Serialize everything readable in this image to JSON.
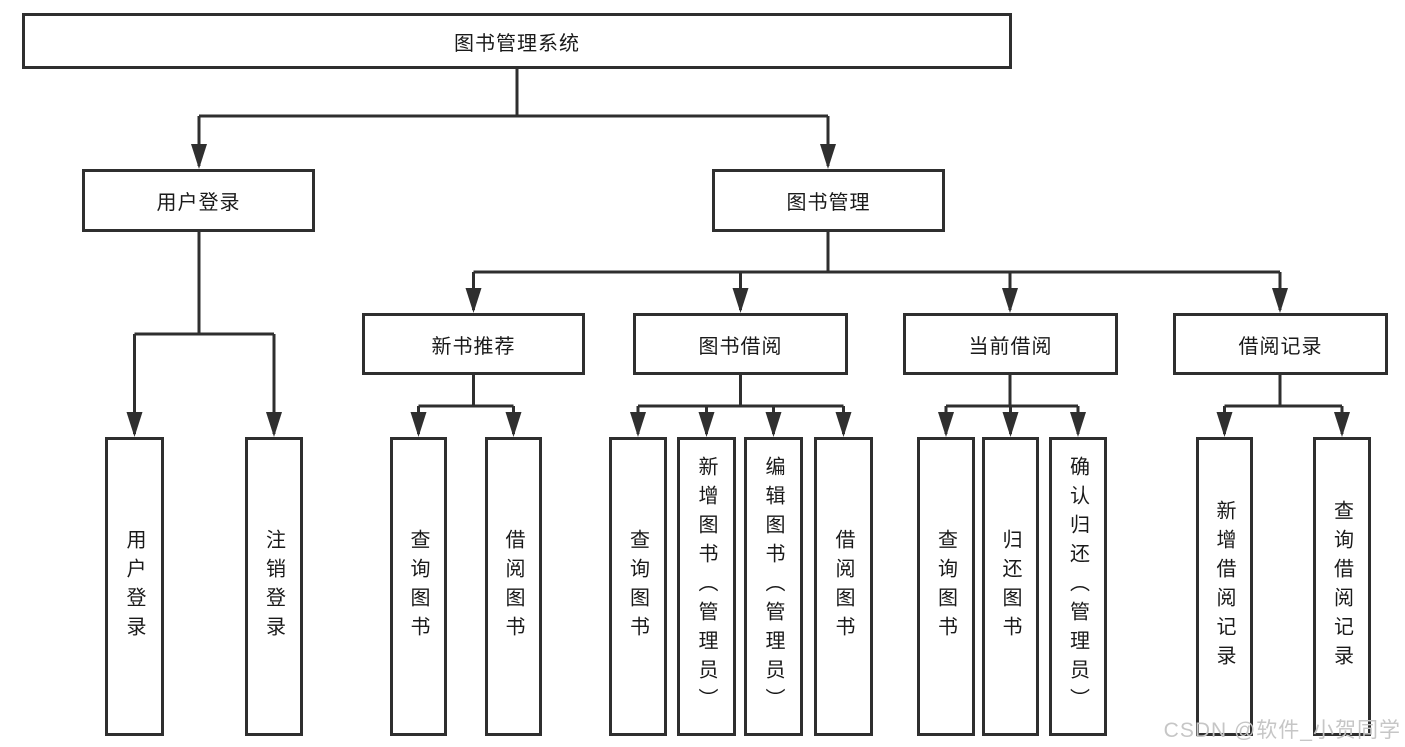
{
  "diagram": {
    "root": {
      "label": "图书管理系统"
    },
    "branches": [
      {
        "label": "用户登录",
        "children": [
          {
            "label": "用户登录"
          },
          {
            "label": "注销登录"
          }
        ]
      },
      {
        "label": "图书管理",
        "sections": [
          {
            "label": "新书推荐",
            "children": [
              {
                "label": "查询图书"
              },
              {
                "label": "借阅图书"
              }
            ]
          },
          {
            "label": "图书借阅",
            "children": [
              {
                "label": "查询图书"
              },
              {
                "label": "新增图书（管理员）"
              },
              {
                "label": "编辑图书（管理员）"
              },
              {
                "label": "借阅图书"
              }
            ]
          },
          {
            "label": "当前借阅",
            "children": [
              {
                "label": "查询图书"
              },
              {
                "label": "归还图书"
              },
              {
                "label": "确认归还（管理员）"
              }
            ]
          },
          {
            "label": "借阅记录",
            "children": [
              {
                "label": "新增借阅记录"
              },
              {
                "label": "查询借阅记录"
              }
            ]
          }
        ]
      }
    ]
  },
  "watermark": {
    "text": "CSDN @软件_小贺同学"
  },
  "colors": {
    "line": "#2f2f2f",
    "text": "#1a1a1a",
    "background": "#ffffff",
    "watermark": "#c6c6c6"
  }
}
